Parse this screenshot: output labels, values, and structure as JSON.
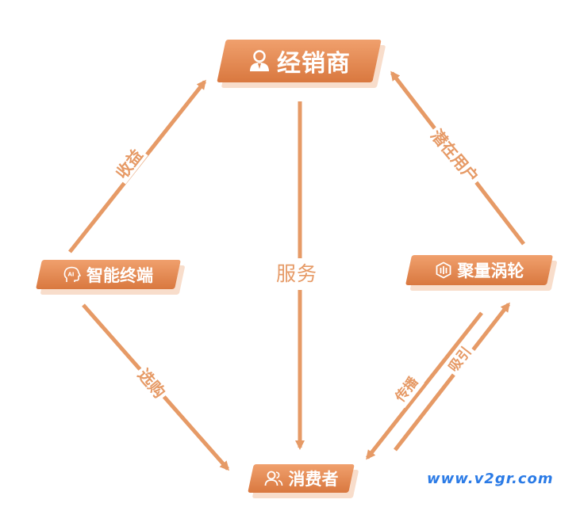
{
  "nodes": {
    "dealer": "经销商",
    "terminal": "智能终端",
    "turbo": "聚量涡轮",
    "consumer": "消费者"
  },
  "edges": {
    "revenue": "收益",
    "potential_users": "潜在用户",
    "service": "服务",
    "purchase": "选购",
    "spread": "传播",
    "attract": "吸引"
  },
  "watermark": "www.v2gr.com",
  "colors": {
    "node_fill_top": "#f0a06d",
    "node_fill_bottom": "#d9783f",
    "arrow": "#e69a66",
    "watermark": "#2b7be6"
  }
}
